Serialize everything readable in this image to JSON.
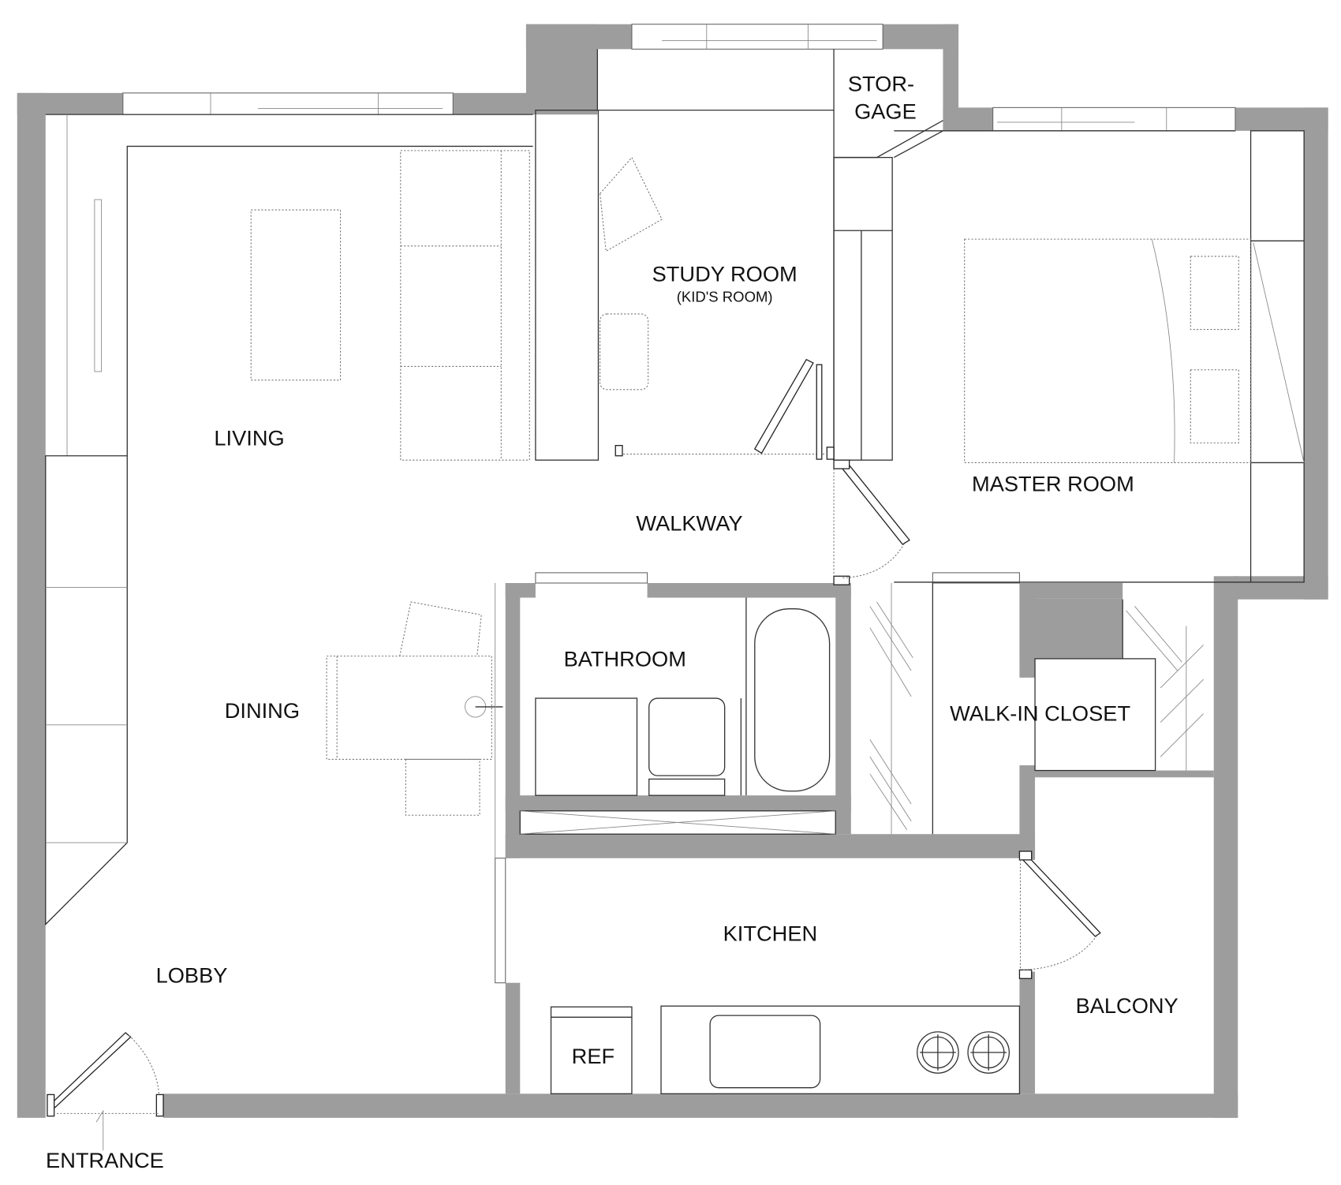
{
  "rooms": {
    "storage_line1": "STOR-",
    "storage_line2": "GAGE",
    "study": "STUDY ROOM",
    "study_sub": "(KID'S ROOM)",
    "living": "LIVING",
    "walkway": "WALKWAY",
    "master": "MASTER ROOM",
    "bathroom": "BATHROOM",
    "dining": "DINING",
    "closet": "WALK-IN CLOSET",
    "kitchen": "KITCHEN",
    "lobby": "LOBBY",
    "balcony": "BALCONY",
    "ref": "REF",
    "entrance": "ENTRANCE"
  },
  "colors": {
    "wall": "#9d9d9d",
    "line": "#333333"
  }
}
